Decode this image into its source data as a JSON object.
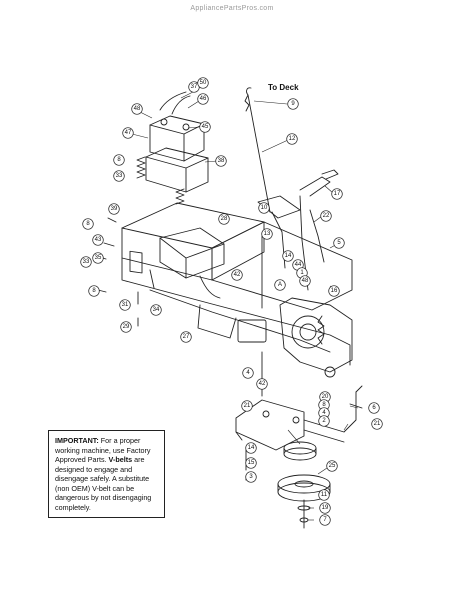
{
  "watermark": "AppliancePartsPros.com",
  "to_deck_label": "To Deck",
  "note": {
    "important_label": "IMPORTANT:",
    "text1": " For a proper working machine, use Factory Approved Parts.",
    "vbelts_label": "V-belts",
    "text2": " are designed to engage and disengage safely. A substitute (non OEM) V-belt can be dangerous by not disengaging completely."
  },
  "callouts": [
    "37",
    "50",
    "46",
    "48",
    "45",
    "47",
    "38",
    "8",
    "33",
    "39",
    "28",
    "8",
    "43",
    "33",
    "35",
    "8",
    "31",
    "34",
    "29",
    "27",
    "9",
    "12",
    "10",
    "17",
    "22",
    "5",
    "13",
    "14",
    "44",
    "1",
    "48",
    "42",
    "16",
    "A",
    "4",
    "21",
    "42",
    "20",
    "8",
    "4",
    "2",
    "6",
    "21",
    "14",
    "15",
    "3",
    "25",
    "11",
    "19",
    "7"
  ]
}
